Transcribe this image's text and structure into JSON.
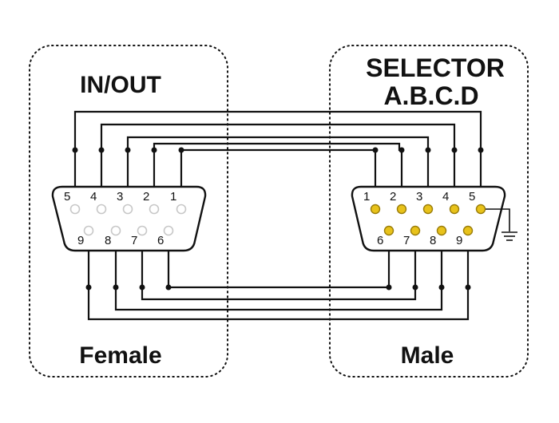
{
  "left_connector": {
    "heading": "IN/OUT",
    "gender": "Female",
    "top_pins": [
      "5",
      "4",
      "3",
      "2",
      "1"
    ],
    "bottom_pins": [
      "9",
      "8",
      "7",
      "6"
    ]
  },
  "right_connector": {
    "heading_line1": "SELECTOR",
    "heading_line2": "A.B.C.D",
    "gender": "Male",
    "top_pins": [
      "1",
      "2",
      "3",
      "4",
      "5"
    ],
    "bottom_pins": [
      "6",
      "7",
      "8",
      "9"
    ]
  },
  "colors": {
    "line": "#111111",
    "female_pin": "#ffffff",
    "male_pin": "#e8c21a"
  }
}
